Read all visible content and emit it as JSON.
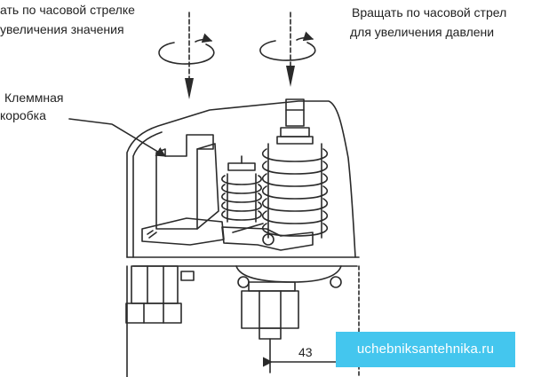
{
  "labels": {
    "left_line1": "ать по часовой стрелке",
    "left_line2": "увеличения значения",
    "right_line1": "Вращать по часовой стрел",
    "right_line2": "для увеличения давлени",
    "box_line1": "Клеммная",
    "box_line2": "коробка"
  },
  "dimension": {
    "value": "43"
  },
  "watermark": {
    "text": "uchebniksantehnika.ru"
  },
  "colors": {
    "line": "#2a2a2a",
    "watermark_bg": "#44c6ee",
    "watermark_text": "#ffffff"
  }
}
